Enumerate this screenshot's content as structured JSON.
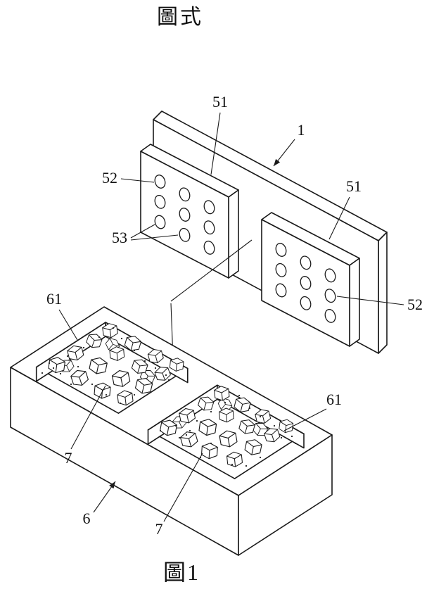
{
  "figure": {
    "drawings_title": "圖式",
    "caption": "圖1",
    "callouts": {
      "plate_left": "51",
      "backplate": "1",
      "holes_left": "52",
      "plate_right": "51",
      "holes_pair_left": "53",
      "holes_right": "52",
      "recess_left": "61",
      "recess_right": "61",
      "granules_left": "7",
      "tray": "6",
      "granules_right": "7"
    }
  }
}
